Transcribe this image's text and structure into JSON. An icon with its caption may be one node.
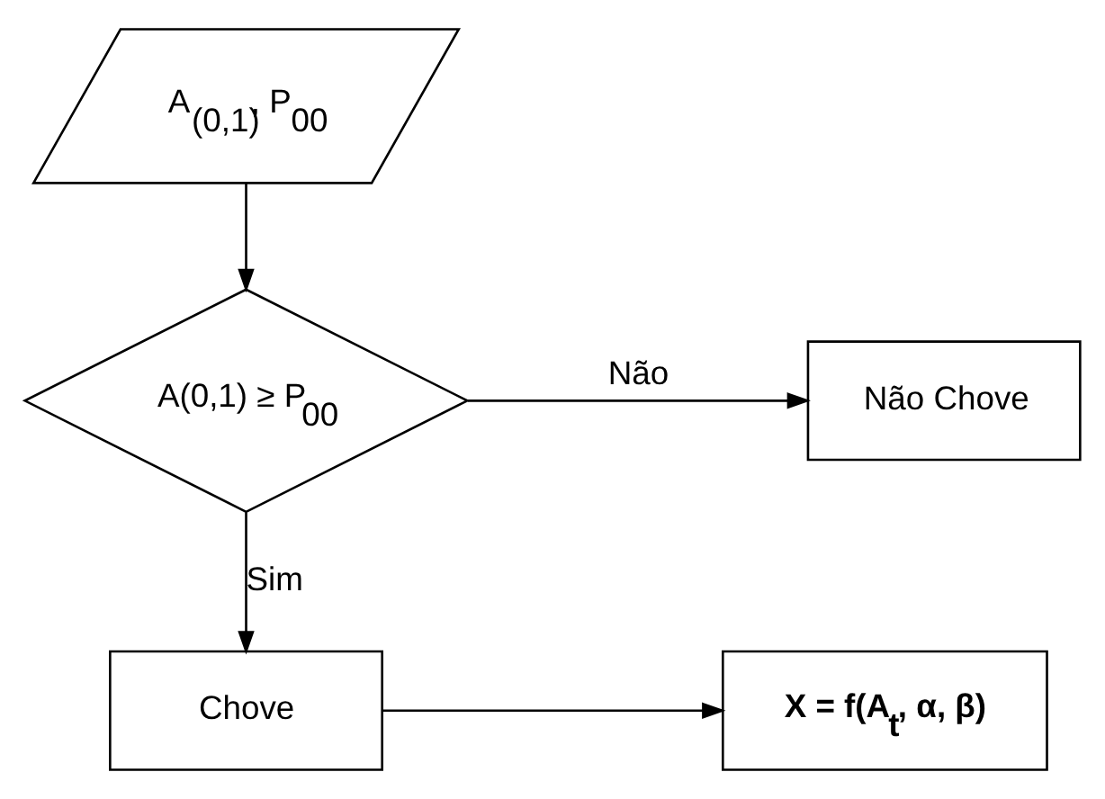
{
  "diagram": {
    "nodes": [
      {
        "text": [
          "A$_{(0,1)}$, P$_{00}$"
        ]
      },
      {
        "text": [
          "A(0,1) ≥ P$_{00}$"
        ]
      },
      {
        "text": [
          "Não Chove"
        ]
      },
      {
        "text": [
          "Chove"
        ]
      },
      {
        "text": [
          "X = f(A$_{t}$, α, β)"
        ]
      }
    ],
    "edges": [
      {
        "from": 0,
        "to": 1,
        "arrow": "to"
      },
      {
        "from": 1,
        "to": 2,
        "arrow": "to",
        "label": "Não"
      },
      {
        "from": 1,
        "to": 3,
        "arrow": "to",
        "label": "Sim"
      },
      {
        "from": 3,
        "to": 4,
        "arrow": "to"
      }
    ]
  }
}
